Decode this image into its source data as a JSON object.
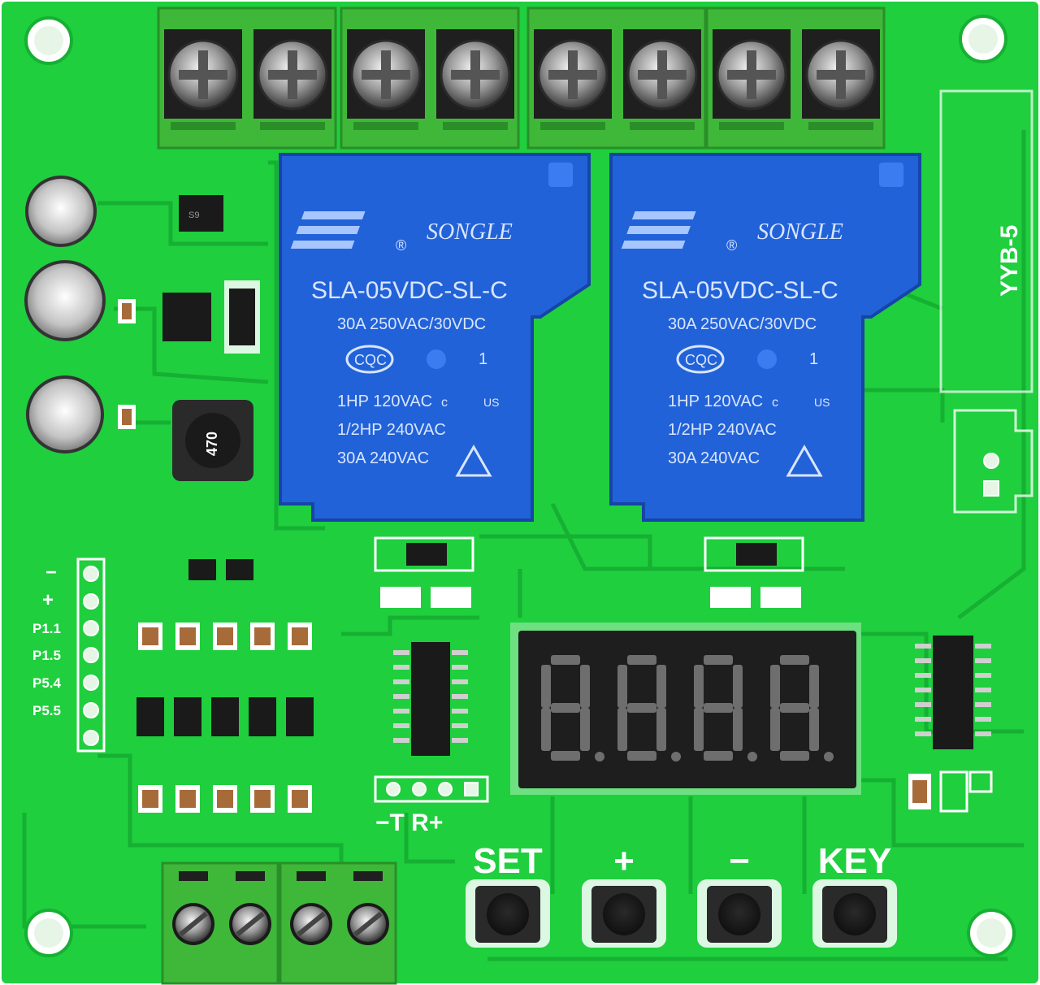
{
  "board": {
    "model_label": "YYB-5",
    "header_pins": [
      "−",
      "+",
      "P1.1",
      "P1.5",
      "P5.4",
      "P5.5"
    ],
    "uart_label": "−T R+"
  },
  "relays": [
    {
      "brand": "SONGLE",
      "registered": "®",
      "model": "SLA-05VDC-SL-C",
      "rating": "30A  250VAC/30VDC",
      "cert": "CQC",
      "pin_mark": "1",
      "line1": "1HP 120VAC",
      "ul_mark": "c",
      "ul_us": "US",
      "line2": "1/2HP 240VAC",
      "line3": "30A 240VAC"
    },
    {
      "brand": "SONGLE",
      "registered": "®",
      "model": "SLA-05VDC-SL-C",
      "rating": "30A  250VAC/30VDC",
      "cert": "CQC",
      "pin_mark": "1",
      "line1": "1HP 120VAC",
      "ul_mark": "c",
      "ul_us": "US",
      "line2": "1/2HP 240VAC",
      "line3": "30A 240VAC"
    }
  ],
  "inductor_label": "470",
  "buttons": [
    {
      "label": "SET"
    },
    {
      "label": "+"
    },
    {
      "label": "−"
    },
    {
      "label": "KEY"
    }
  ],
  "display": {
    "digits": [
      "8.",
      "8.",
      "8.",
      "8."
    ]
  },
  "colors": {
    "pcb": "#1fcf3e",
    "relay": "#2262d8",
    "terminal": "#3fb83a",
    "display": "#1e1e1e"
  }
}
